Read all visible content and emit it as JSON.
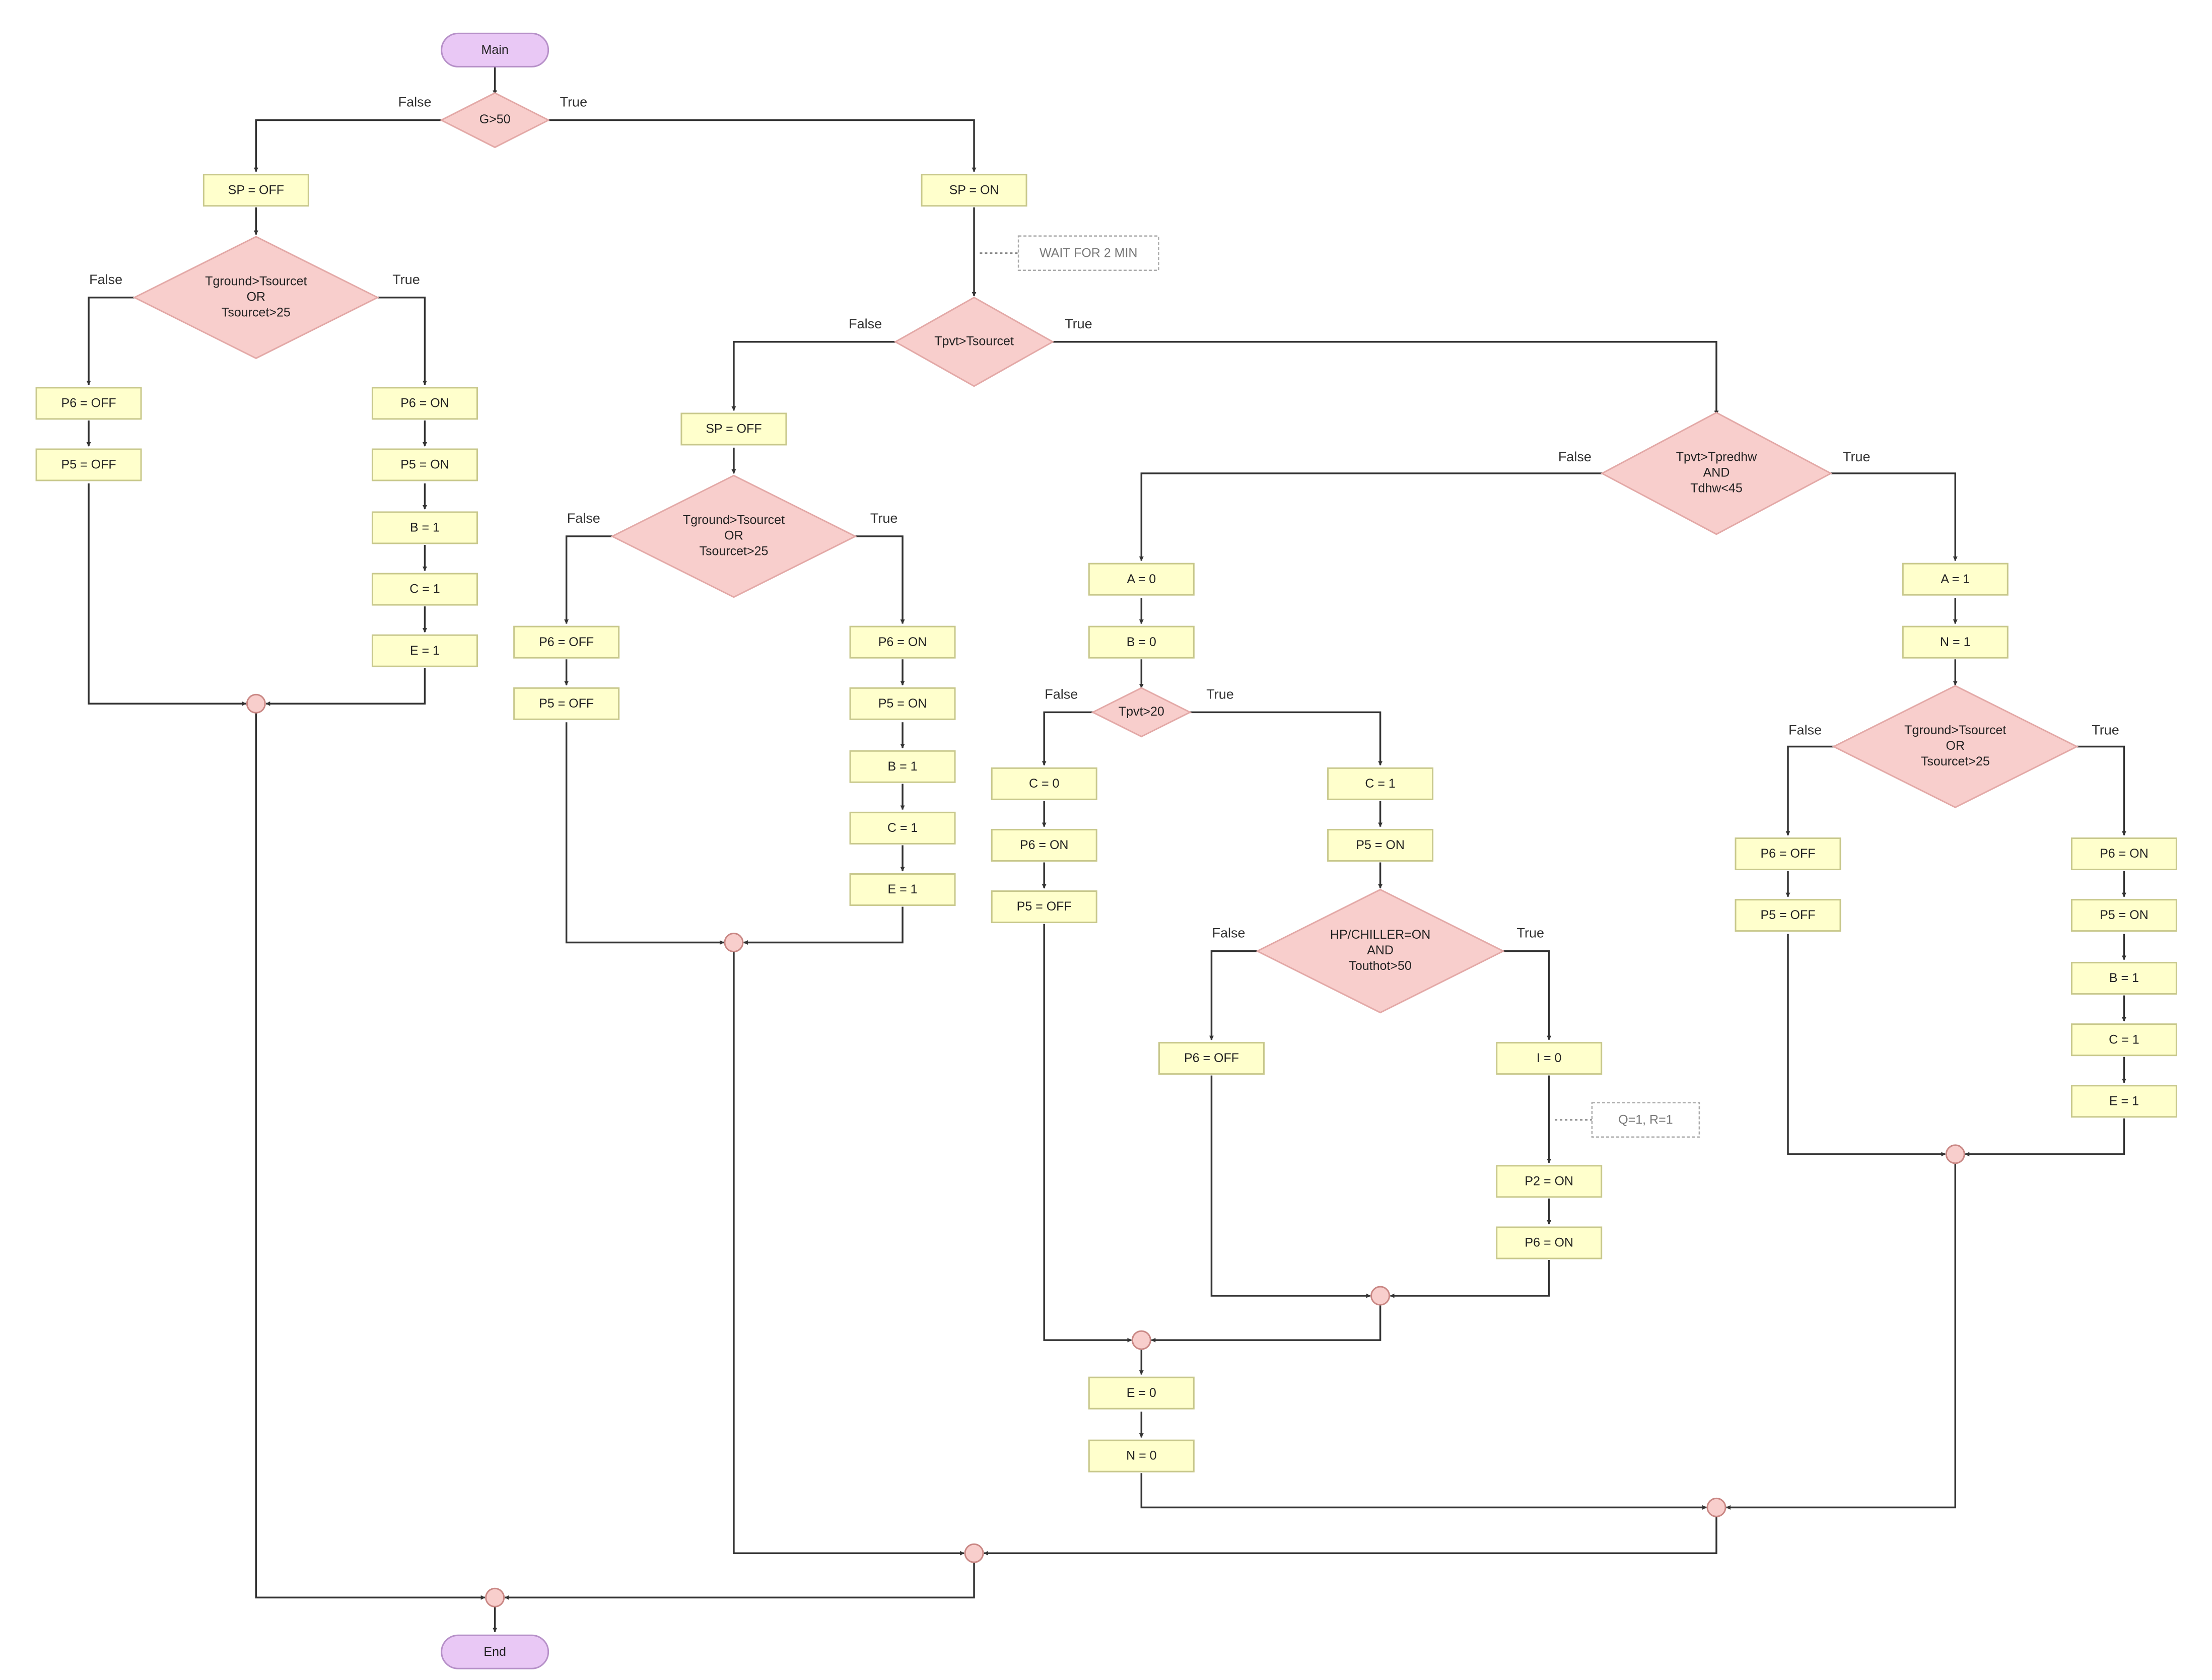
{
  "diagram": {
    "start_label": "Main",
    "end_label": "End",
    "branch_labels": {
      "false": "False",
      "true": "True"
    },
    "decisions": {
      "d1": [
        "G>50"
      ],
      "d2": [
        "Tground>Tsourcet",
        "OR",
        "Tsourcet>25"
      ],
      "d3": [
        "Tpvt>Tsourcet"
      ],
      "d4": [
        "Tground>Tsourcet",
        "OR",
        "Tsourcet>25"
      ],
      "d5": [
        "Tpvt>Tpredhw",
        "AND",
        "Tdhw<45"
      ],
      "d6": [
        "Tpvt>20"
      ],
      "d7": [
        "HP/CHILLER=ON",
        "AND",
        "Touthot>50"
      ],
      "d8": [
        "Tground>Tsourcet",
        "OR",
        "Tsourcet>25"
      ]
    },
    "actions": {
      "sp_off_1": "SP = OFF",
      "sp_on": "SP = ON",
      "l_p6_off": "P6 = OFF",
      "l_p5_off": "P5 = OFF",
      "r_p6_on": "P6 = ON",
      "r_p5_on": "P5 = ON",
      "r_b1": "B = 1",
      "r_c1": "C = 1",
      "r_e1": "E = 1",
      "sp_off_2": "SP = OFF",
      "m_p6_off": "P6 = OFF",
      "m_p5_off": "P5 = OFF",
      "m_p6_on": "P6 = ON",
      "m_p5_on": "P5 = ON",
      "m_b1": "B = 1",
      "m_c1": "C = 1",
      "m_e1": "E = 1",
      "a0": "A = 0",
      "b0": "B = 0",
      "c0": "C = 0",
      "x_p6_on": "P6 = ON",
      "x_p5_off": "P5 = OFF",
      "c1": "C = 1",
      "y_p5_on": "P5 = ON",
      "y_p6_off": "P6 = OFF",
      "i0": "I = 0",
      "p2_on": "P2 = ON",
      "z_p6_on": "P6 = ON",
      "e0": "E = 0",
      "n0": "N = 0",
      "a1": "A = 1",
      "n1": "N = 1",
      "rr_p6_off": "P6 = OFF",
      "rr_p5_off": "P5 = OFF",
      "rr_p6_on": "P6 = ON",
      "rr_p5_on": "P5 = ON",
      "rr_b1": "B = 1",
      "rr_c1": "C = 1",
      "rr_e1": "E = 1"
    },
    "notes": {
      "wait": "WAIT FOR 2 MIN",
      "qr": "Q=1, R=1"
    },
    "colors": {
      "action_fill": "#ffffcc",
      "action_stroke": "#c8c88c",
      "decision_fill": "#f8cecc",
      "decision_stroke": "#e3a9a7",
      "terminal_fill": "#e9c8f5",
      "terminal_stroke": "#b690c8",
      "merge_fill": "#f8cecc",
      "merge_stroke": "#c98784",
      "line": "#333333",
      "note_stroke": "#aaaaaa"
    }
  }
}
